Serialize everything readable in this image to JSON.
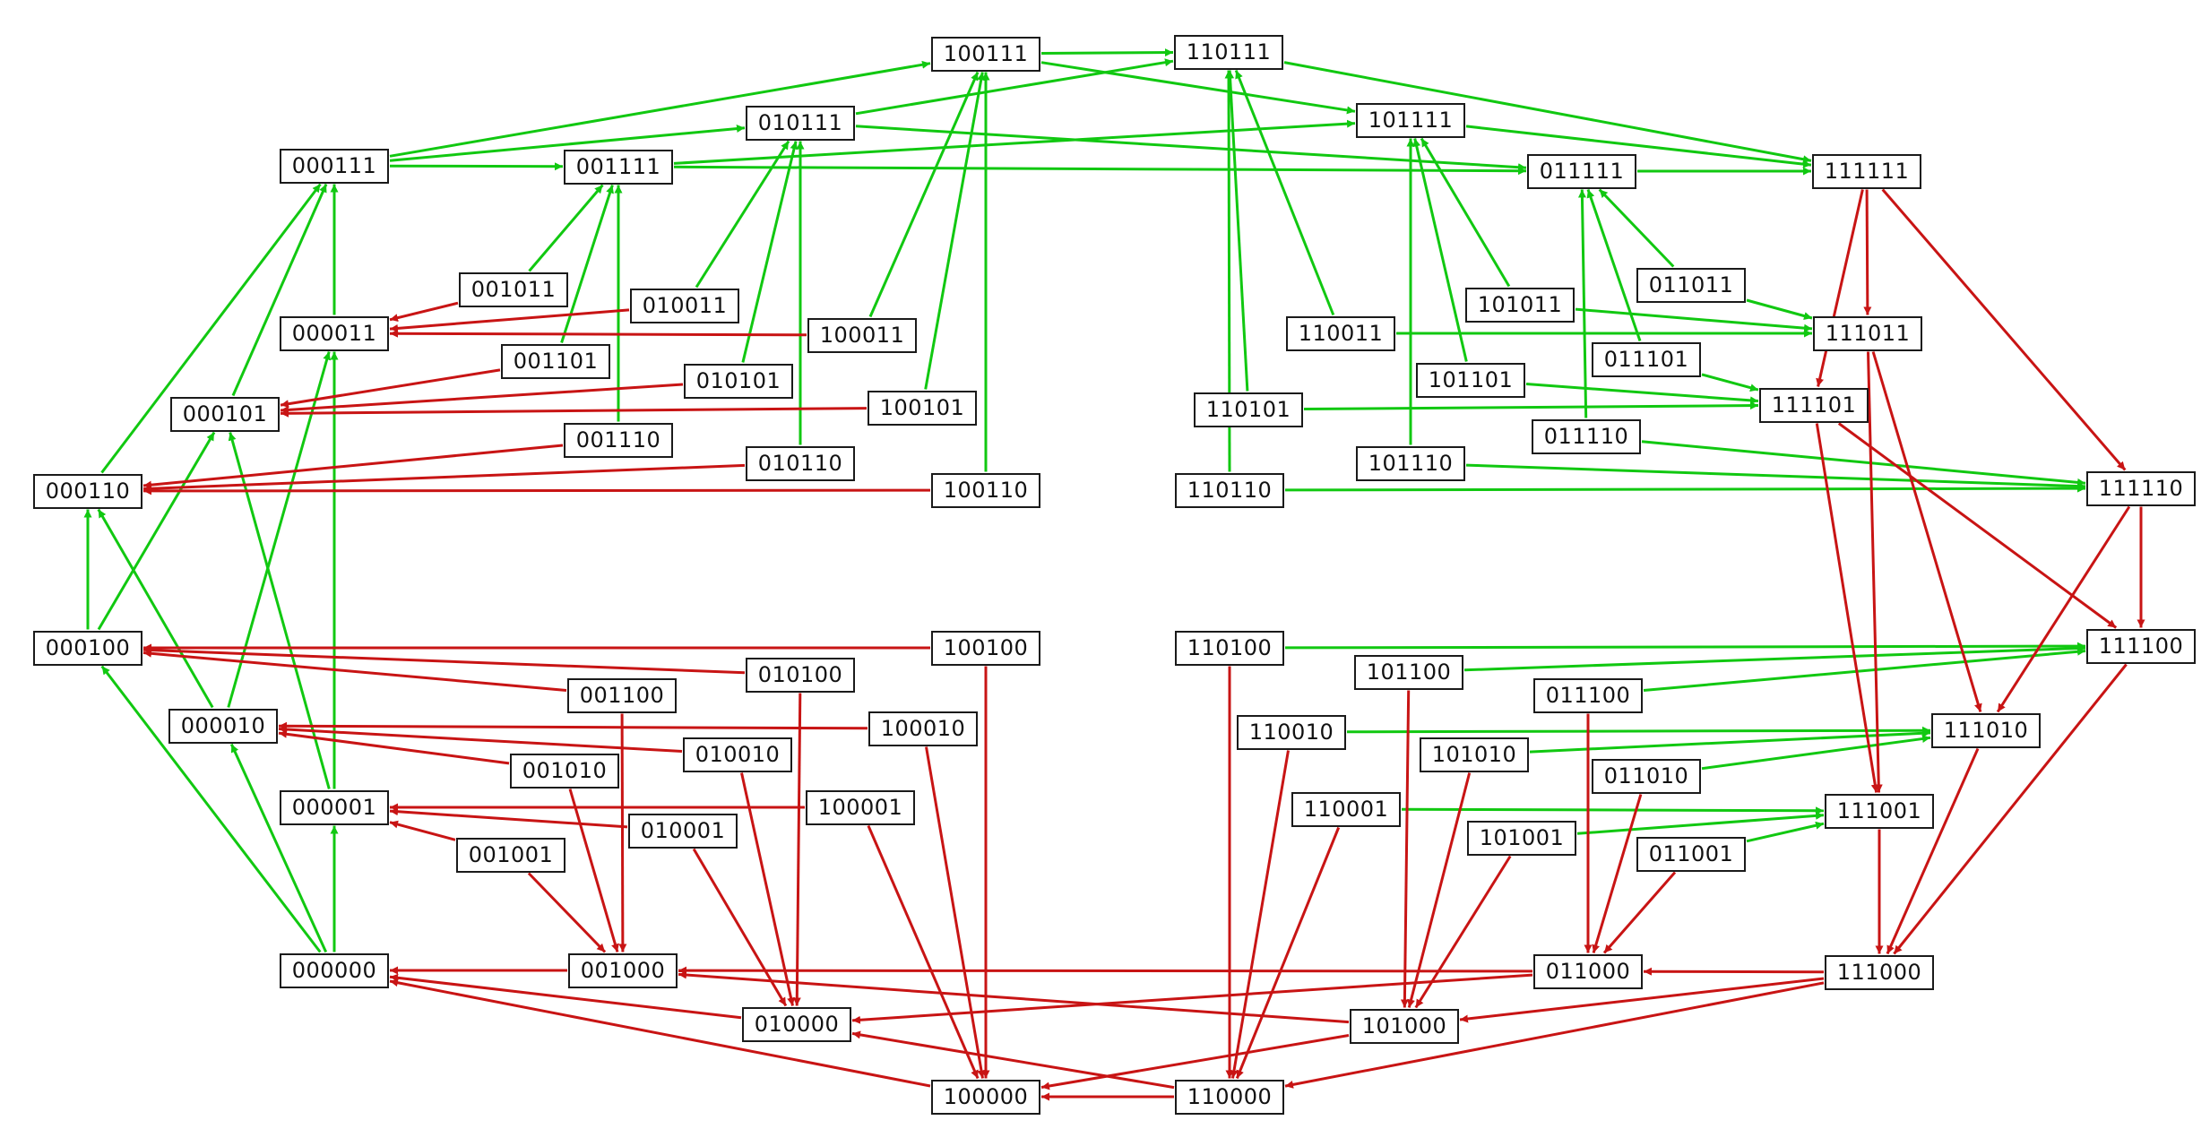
{
  "colors": {
    "up": "#11c811",
    "down": "#c81414"
  },
  "nodes": [
    {
      "id": "000000",
      "label": "000000"
    },
    {
      "id": "000001",
      "label": "000001"
    },
    {
      "id": "000010",
      "label": "000010"
    },
    {
      "id": "000011",
      "label": "000011"
    },
    {
      "id": "000100",
      "label": "000100"
    },
    {
      "id": "000101",
      "label": "000101"
    },
    {
      "id": "000110",
      "label": "000110"
    },
    {
      "id": "000111",
      "label": "000111"
    },
    {
      "id": "001000",
      "label": "001000"
    },
    {
      "id": "001001",
      "label": "001001"
    },
    {
      "id": "001010",
      "label": "001010"
    },
    {
      "id": "001011",
      "label": "001011"
    },
    {
      "id": "001100",
      "label": "001100"
    },
    {
      "id": "001101",
      "label": "001101"
    },
    {
      "id": "001110",
      "label": "001110"
    },
    {
      "id": "001111",
      "label": "001111"
    },
    {
      "id": "010000",
      "label": "010000"
    },
    {
      "id": "010001",
      "label": "010001"
    },
    {
      "id": "010010",
      "label": "010010"
    },
    {
      "id": "010011",
      "label": "010011"
    },
    {
      "id": "010100",
      "label": "010100"
    },
    {
      "id": "010101",
      "label": "010101"
    },
    {
      "id": "010110",
      "label": "010110"
    },
    {
      "id": "010111",
      "label": "010111"
    },
    {
      "id": "011000",
      "label": "011000"
    },
    {
      "id": "011001",
      "label": "011001"
    },
    {
      "id": "011010",
      "label": "011010"
    },
    {
      "id": "011011",
      "label": "011011"
    },
    {
      "id": "011100",
      "label": "011100"
    },
    {
      "id": "011101",
      "label": "011101"
    },
    {
      "id": "011110",
      "label": "011110"
    },
    {
      "id": "011111",
      "label": "011111"
    },
    {
      "id": "100000",
      "label": "100000"
    },
    {
      "id": "100001",
      "label": "100001"
    },
    {
      "id": "100010",
      "label": "100010"
    },
    {
      "id": "100011",
      "label": "100011"
    },
    {
      "id": "100100",
      "label": "100100"
    },
    {
      "id": "100101",
      "label": "100101"
    },
    {
      "id": "100110",
      "label": "100110"
    },
    {
      "id": "100111",
      "label": "100111"
    },
    {
      "id": "101000",
      "label": "101000"
    },
    {
      "id": "101001",
      "label": "101001"
    },
    {
      "id": "101010",
      "label": "101010"
    },
    {
      "id": "101011",
      "label": "101011"
    },
    {
      "id": "101100",
      "label": "101100"
    },
    {
      "id": "101101",
      "label": "101101"
    },
    {
      "id": "101110",
      "label": "101110"
    },
    {
      "id": "101111",
      "label": "101111"
    },
    {
      "id": "110000",
      "label": "110000"
    },
    {
      "id": "110001",
      "label": "110001"
    },
    {
      "id": "110010",
      "label": "110010"
    },
    {
      "id": "110011",
      "label": "110011"
    },
    {
      "id": "110100",
      "label": "110100"
    },
    {
      "id": "110101",
      "label": "110101"
    },
    {
      "id": "110110",
      "label": "110110"
    },
    {
      "id": "110111",
      "label": "110111"
    },
    {
      "id": "111000",
      "label": "111000"
    },
    {
      "id": "111001",
      "label": "111001"
    },
    {
      "id": "111010",
      "label": "111010"
    },
    {
      "id": "111011",
      "label": "111011"
    },
    {
      "id": "111100",
      "label": "111100"
    },
    {
      "id": "111101",
      "label": "111101"
    },
    {
      "id": "111110",
      "label": "111110"
    },
    {
      "id": "111111",
      "label": "111111"
    }
  ],
  "edges": [
    {
      "from": "000000",
      "to": "000001",
      "color": "up"
    },
    {
      "from": "000000",
      "to": "000010",
      "color": "up"
    },
    {
      "from": "000000",
      "to": "000100",
      "color": "up"
    },
    {
      "from": "000001",
      "to": "000011",
      "color": "up"
    },
    {
      "from": "000010",
      "to": "000011",
      "color": "up"
    },
    {
      "from": "000010",
      "to": "000110",
      "color": "up"
    },
    {
      "from": "000100",
      "to": "000101",
      "color": "up"
    },
    {
      "from": "000100",
      "to": "000110",
      "color": "up"
    },
    {
      "from": "000011",
      "to": "000111",
      "color": "up"
    },
    {
      "from": "000101",
      "to": "000111",
      "color": "up"
    },
    {
      "from": "000110",
      "to": "000111",
      "color": "up"
    },
    {
      "from": "000001",
      "to": "000101",
      "color": "up"
    },
    {
      "from": "000111",
      "to": "001111",
      "color": "up"
    },
    {
      "from": "000111",
      "to": "010111",
      "color": "up"
    },
    {
      "from": "000111",
      "to": "100111",
      "color": "up"
    },
    {
      "from": "001011",
      "to": "001111",
      "color": "up"
    },
    {
      "from": "001101",
      "to": "001111",
      "color": "up"
    },
    {
      "from": "001110",
      "to": "001111",
      "color": "up"
    },
    {
      "from": "010011",
      "to": "010111",
      "color": "up"
    },
    {
      "from": "010101",
      "to": "010111",
      "color": "up"
    },
    {
      "from": "010110",
      "to": "010111",
      "color": "up"
    },
    {
      "from": "100011",
      "to": "100111",
      "color": "up"
    },
    {
      "from": "100101",
      "to": "100111",
      "color": "up"
    },
    {
      "from": "100110",
      "to": "100111",
      "color": "up"
    },
    {
      "from": "001111",
      "to": "011111",
      "color": "up"
    },
    {
      "from": "001111",
      "to": "101111",
      "color": "up"
    },
    {
      "from": "010111",
      "to": "011111",
      "color": "up"
    },
    {
      "from": "010111",
      "to": "110111",
      "color": "up"
    },
    {
      "from": "100111",
      "to": "101111",
      "color": "up"
    },
    {
      "from": "100111",
      "to": "110111",
      "color": "up"
    },
    {
      "from": "011111",
      "to": "111111",
      "color": "up"
    },
    {
      "from": "101111",
      "to": "111111",
      "color": "up"
    },
    {
      "from": "110111",
      "to": "111111",
      "color": "up"
    },
    {
      "from": "110011",
      "to": "110111",
      "color": "up"
    },
    {
      "from": "110101",
      "to": "110111",
      "color": "up"
    },
    {
      "from": "110110",
      "to": "110111",
      "color": "up"
    },
    {
      "from": "101011",
      "to": "101111",
      "color": "up"
    },
    {
      "from": "101101",
      "to": "101111",
      "color": "up"
    },
    {
      "from": "101110",
      "to": "101111",
      "color": "up"
    },
    {
      "from": "011011",
      "to": "011111",
      "color": "up"
    },
    {
      "from": "011101",
      "to": "011111",
      "color": "up"
    },
    {
      "from": "011110",
      "to": "011111",
      "color": "up"
    },
    {
      "from": "110011",
      "to": "111011",
      "color": "up"
    },
    {
      "from": "101011",
      "to": "111011",
      "color": "up"
    },
    {
      "from": "011011",
      "to": "111011",
      "color": "up"
    },
    {
      "from": "110101",
      "to": "111101",
      "color": "up"
    },
    {
      "from": "101101",
      "to": "111101",
      "color": "up"
    },
    {
      "from": "011101",
      "to": "111101",
      "color": "up"
    },
    {
      "from": "110110",
      "to": "111110",
      "color": "up"
    },
    {
      "from": "101110",
      "to": "111110",
      "color": "up"
    },
    {
      "from": "011110",
      "to": "111110",
      "color": "up"
    },
    {
      "from": "110100",
      "to": "111100",
      "color": "up"
    },
    {
      "from": "101100",
      "to": "111100",
      "color": "up"
    },
    {
      "from": "011100",
      "to": "111100",
      "color": "up"
    },
    {
      "from": "110010",
      "to": "111010",
      "color": "up"
    },
    {
      "from": "101010",
      "to": "111010",
      "color": "up"
    },
    {
      "from": "011010",
      "to": "111010",
      "color": "up"
    },
    {
      "from": "110001",
      "to": "111001",
      "color": "up"
    },
    {
      "from": "101001",
      "to": "111001",
      "color": "up"
    },
    {
      "from": "011001",
      "to": "111001",
      "color": "up"
    },
    {
      "from": "001011",
      "to": "000011",
      "color": "down"
    },
    {
      "from": "010011",
      "to": "000011",
      "color": "down"
    },
    {
      "from": "100011",
      "to": "000011",
      "color": "down"
    },
    {
      "from": "001101",
      "to": "000101",
      "color": "down"
    },
    {
      "from": "010101",
      "to": "000101",
      "color": "down"
    },
    {
      "from": "100101",
      "to": "000101",
      "color": "down"
    },
    {
      "from": "001110",
      "to": "000110",
      "color": "down"
    },
    {
      "from": "010110",
      "to": "000110",
      "color": "down"
    },
    {
      "from": "100110",
      "to": "000110",
      "color": "down"
    },
    {
      "from": "001100",
      "to": "000100",
      "color": "down"
    },
    {
      "from": "010100",
      "to": "000100",
      "color": "down"
    },
    {
      "from": "100100",
      "to": "000100",
      "color": "down"
    },
    {
      "from": "001010",
      "to": "000010",
      "color": "down"
    },
    {
      "from": "010010",
      "to": "000010",
      "color": "down"
    },
    {
      "from": "100010",
      "to": "000010",
      "color": "down"
    },
    {
      "from": "001001",
      "to": "000001",
      "color": "down"
    },
    {
      "from": "010001",
      "to": "000001",
      "color": "down"
    },
    {
      "from": "100001",
      "to": "000001",
      "color": "down"
    },
    {
      "from": "001100",
      "to": "001000",
      "color": "down"
    },
    {
      "from": "001010",
      "to": "001000",
      "color": "down"
    },
    {
      "from": "001001",
      "to": "001000",
      "color": "down"
    },
    {
      "from": "010100",
      "to": "010000",
      "color": "down"
    },
    {
      "from": "010010",
      "to": "010000",
      "color": "down"
    },
    {
      "from": "010001",
      "to": "010000",
      "color": "down"
    },
    {
      "from": "100100",
      "to": "100000",
      "color": "down"
    },
    {
      "from": "100010",
      "to": "100000",
      "color": "down"
    },
    {
      "from": "100001",
      "to": "100000",
      "color": "down"
    },
    {
      "from": "001000",
      "to": "000000",
      "color": "down"
    },
    {
      "from": "010000",
      "to": "000000",
      "color": "down"
    },
    {
      "from": "100000",
      "to": "000000",
      "color": "down"
    },
    {
      "from": "011000",
      "to": "001000",
      "color": "down"
    },
    {
      "from": "011000",
      "to": "010000",
      "color": "down"
    },
    {
      "from": "101000",
      "to": "001000",
      "color": "down"
    },
    {
      "from": "101000",
      "to": "100000",
      "color": "down"
    },
    {
      "from": "110000",
      "to": "010000",
      "color": "down"
    },
    {
      "from": "110000",
      "to": "100000",
      "color": "down"
    },
    {
      "from": "111000",
      "to": "011000",
      "color": "down"
    },
    {
      "from": "111000",
      "to": "101000",
      "color": "down"
    },
    {
      "from": "111000",
      "to": "110000",
      "color": "down"
    },
    {
      "from": "011100",
      "to": "011000",
      "color": "down"
    },
    {
      "from": "011010",
      "to": "011000",
      "color": "down"
    },
    {
      "from": "011001",
      "to": "011000",
      "color": "down"
    },
    {
      "from": "101100",
      "to": "101000",
      "color": "down"
    },
    {
      "from": "101010",
      "to": "101000",
      "color": "down"
    },
    {
      "from": "101001",
      "to": "101000",
      "color": "down"
    },
    {
      "from": "110100",
      "to": "110000",
      "color": "down"
    },
    {
      "from": "110010",
      "to": "110000",
      "color": "down"
    },
    {
      "from": "110001",
      "to": "110000",
      "color": "down"
    },
    {
      "from": "111111",
      "to": "111011",
      "color": "down"
    },
    {
      "from": "111111",
      "to": "111101",
      "color": "down"
    },
    {
      "from": "111111",
      "to": "111110",
      "color": "down"
    },
    {
      "from": "111110",
      "to": "111100",
      "color": "down"
    },
    {
      "from": "111110",
      "to": "111010",
      "color": "down"
    },
    {
      "from": "111101",
      "to": "111100",
      "color": "down"
    },
    {
      "from": "111101",
      "to": "111001",
      "color": "down"
    },
    {
      "from": "111011",
      "to": "111010",
      "color": "down"
    },
    {
      "from": "111011",
      "to": "111001",
      "color": "down"
    },
    {
      "from": "111100",
      "to": "111000",
      "color": "down"
    },
    {
      "from": "111010",
      "to": "111000",
      "color": "down"
    },
    {
      "from": "111001",
      "to": "111000",
      "color": "down"
    }
  ]
}
